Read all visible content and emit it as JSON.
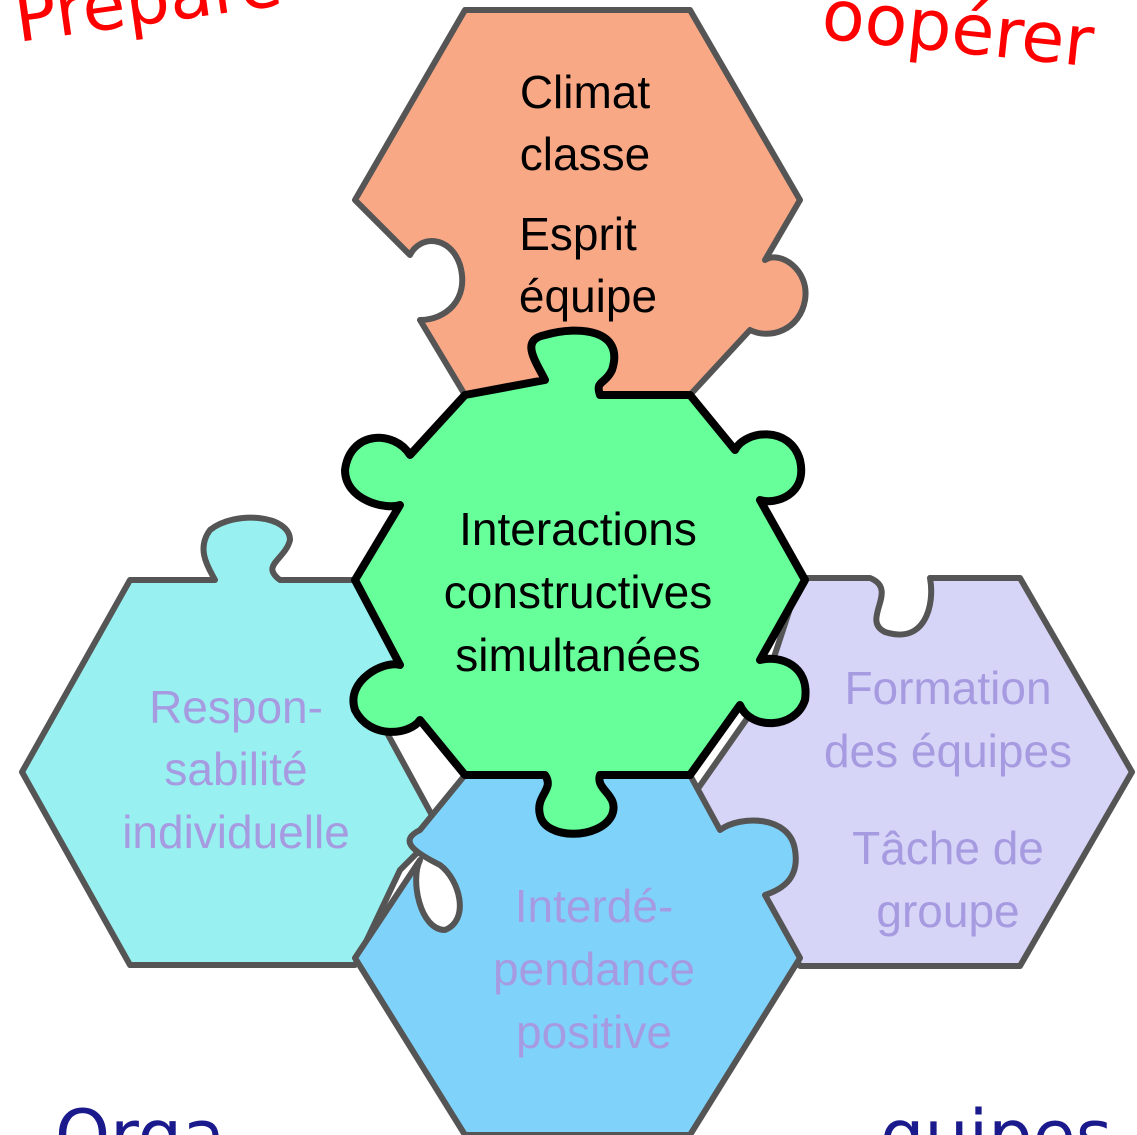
{
  "header": {
    "left_fragment": "Prépare",
    "right_fragment": "oopérer"
  },
  "footer": {
    "left_fragment": "Orga",
    "right_fragment": "quipes"
  },
  "pieces": {
    "top": {
      "line1": "Climat",
      "line2": "classe",
      "line3": "Esprit",
      "line4": "équipe",
      "color": "#f9a886"
    },
    "center": {
      "line1": "Interactions",
      "line2": "constructives",
      "line3": "simultanées",
      "color": "#66ff99"
    },
    "left": {
      "line1": "Respon-",
      "line2": "sabilité",
      "line3": "individuelle",
      "color": "#99f0f0"
    },
    "bottom": {
      "line1": "Interdé-",
      "line2": "pendance",
      "line3": "positive",
      "color": "#7fd3fb"
    },
    "right": {
      "line1": "Formation",
      "line2": "des équipes",
      "line3": "Tâche de",
      "line4": "groupe",
      "color": "#d6d4f7"
    }
  },
  "colors": {
    "header_text": "#ff0000",
    "footer_text": "#1a1a8c",
    "piece_text_dark": "#000000",
    "piece_text_light": "#a69be0",
    "outline": "#555555"
  }
}
